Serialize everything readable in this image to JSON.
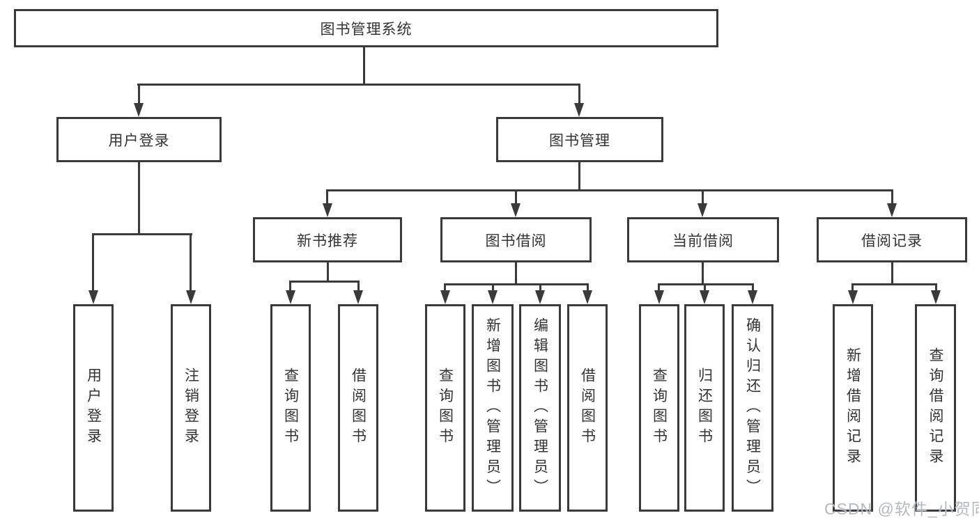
{
  "diagram": {
    "title": "图书管理系统",
    "root": {
      "label": "图书管理系统"
    },
    "branches": [
      {
        "label": "用户登录",
        "children": [
          {
            "label": "用户登录"
          },
          {
            "label": "注销登录"
          }
        ]
      },
      {
        "label": "图书管理",
        "children": [
          {
            "label": "新书推荐",
            "children": [
              {
                "label": "查询图书"
              },
              {
                "label": "借阅图书"
              }
            ]
          },
          {
            "label": "图书借阅",
            "children": [
              {
                "label": "查询图书"
              },
              {
                "label": "新增图书（管理员）"
              },
              {
                "label": "编辑图书（管理员）"
              },
              {
                "label": "借阅图书"
              }
            ]
          },
          {
            "label": "当前借阅",
            "children": [
              {
                "label": "查询图书"
              },
              {
                "label": "归还图书"
              },
              {
                "label": "确认归还（管理员）"
              }
            ]
          },
          {
            "label": "借阅记录",
            "children": [
              {
                "label": "新增借阅记录"
              },
              {
                "label": "查询借阅记录"
              }
            ]
          }
        ]
      }
    ]
  },
  "watermark": {
    "text": "CSDN @软件_小贺同学"
  },
  "colors": {
    "line": "#3a3a3a",
    "text": "#333333",
    "background": "#ffffff",
    "watermark": "#b0b3b8"
  }
}
